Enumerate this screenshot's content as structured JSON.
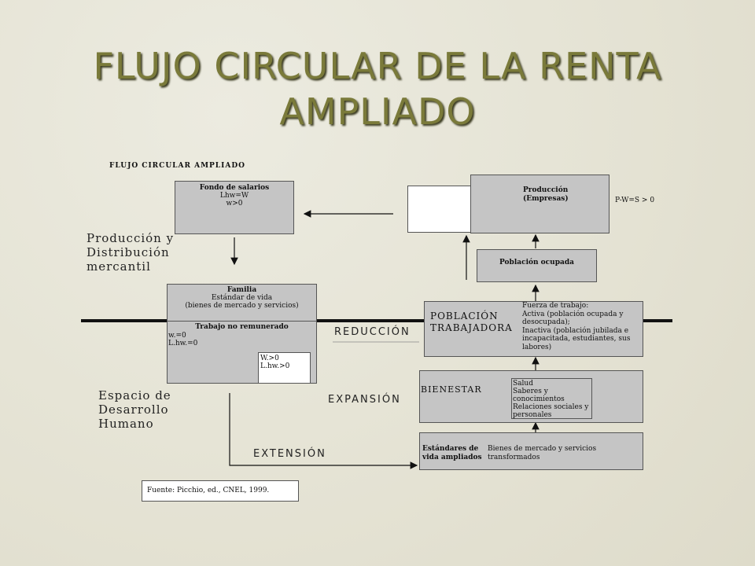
{
  "slide": {
    "title_line1": "FLUJO CIRCULAR DE LA RENTA",
    "title_line2": "AMPLIADO"
  },
  "diagram": {
    "heading": "FLUJO CIRCULAR AMPLIADO",
    "fondo": {
      "title": "Fondo de salarios",
      "line1": "Lhw=W",
      "line2": "w>0"
    },
    "produccion": {
      "title": "Producción",
      "subtitle": "(Empresas)",
      "formula": "P-W=S > 0"
    },
    "poblacion_ocupada": "Población ocupada",
    "side_top": [
      "Producción y",
      "Distribución",
      "mercantil"
    ],
    "familia": {
      "title": "Familia",
      "line1": "Estándar de vida",
      "line2": "(bienes de mercado y servicios)"
    },
    "trabajo": {
      "title": "Trabajo no remunerado",
      "line1": "w.=0",
      "line2": "L.hw.=0"
    },
    "trabajo_inner": {
      "line1": "W.>0",
      "line2": "L.hw.>0"
    },
    "reduccion": "REDUCCIÓN",
    "poblacion_trabajadora": {
      "line1": "POBLACIÓN",
      "line2": "TRABAJADORA",
      "desc": [
        "Fuerza de trabajo:",
        "Activa (población ocupada y",
        "desocupada);",
        "Inactiva (población jubilada e",
        "incapacitada, estudiantes, sus",
        "labores)"
      ]
    },
    "bienestar": {
      "label": "BIENESTAR",
      "items": [
        "Salud",
        "Saberes y conocimientos",
        "Relaciones sociales y",
        "personales"
      ]
    },
    "expansion": "EXPANSIÓN",
    "side_bottom": [
      "Espacio de",
      "Desarrollo",
      "Humano"
    ],
    "estandares": {
      "line1": "Estándares de",
      "line2": "vida ampliados",
      "desc1": "Bienes de mercado y servicios",
      "desc2": "transformados"
    },
    "extension": "EXTENSIÓN",
    "fuente": "Fuente: Picchio, ed., CNEL, 1999."
  }
}
